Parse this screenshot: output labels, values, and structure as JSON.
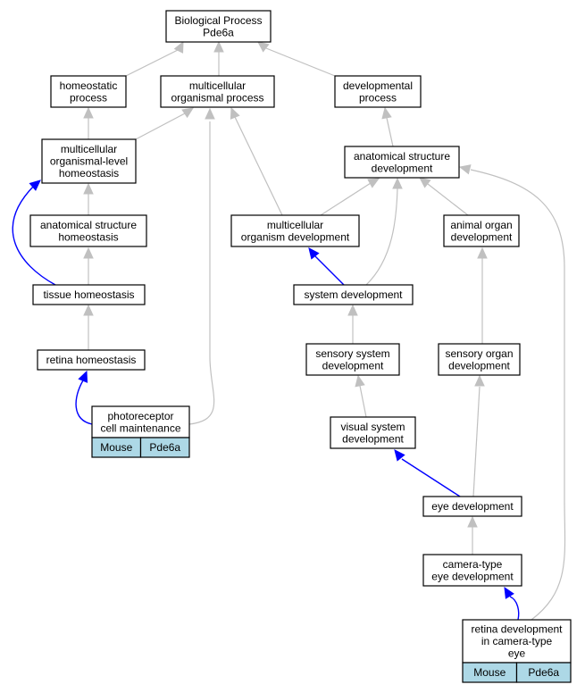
{
  "nodes": {
    "bp": [
      "Biological Process",
      "Pde6a"
    ],
    "homeostatic": [
      "homeostatic",
      "process"
    ],
    "multicellular_process": [
      "multicellular",
      "organismal process"
    ],
    "developmental": [
      "developmental",
      "process"
    ],
    "mc_homeostasis": [
      "multicellular",
      "organismal-level",
      "homeostasis"
    ],
    "anat_dev": [
      "anatomical structure",
      "development"
    ],
    "anat_homeo": [
      "anatomical structure",
      "homeostasis"
    ],
    "mc_org_dev": [
      "multicellular",
      "organism development"
    ],
    "animal_organ": [
      "animal organ",
      "development"
    ],
    "tissue_homeo": [
      "tissue homeostasis"
    ],
    "system_dev": [
      "system development"
    ],
    "retina_homeo": [
      "retina homeostasis"
    ],
    "sensory_system": [
      "sensory system",
      "development"
    ],
    "sensory_organ": [
      "sensory organ",
      "development"
    ],
    "photoreceptor": [
      "photoreceptor",
      "cell maintenance"
    ],
    "visual_system": [
      "visual system",
      "development"
    ],
    "eye_dev": [
      "eye development"
    ],
    "camera_eye": [
      "camera-type",
      "eye development"
    ],
    "retina_dev": [
      "retina development",
      "in camera-type",
      "eye"
    ]
  },
  "leaf_labels": {
    "photoreceptor": [
      "Mouse",
      "Pde6a"
    ],
    "retina_dev": [
      "Mouse",
      "Pde6a"
    ]
  },
  "colors": {
    "is_a_edge": "#c0c0c0",
    "regulates_edge": "#0000ff",
    "annotation_cell": "#add8e6"
  }
}
